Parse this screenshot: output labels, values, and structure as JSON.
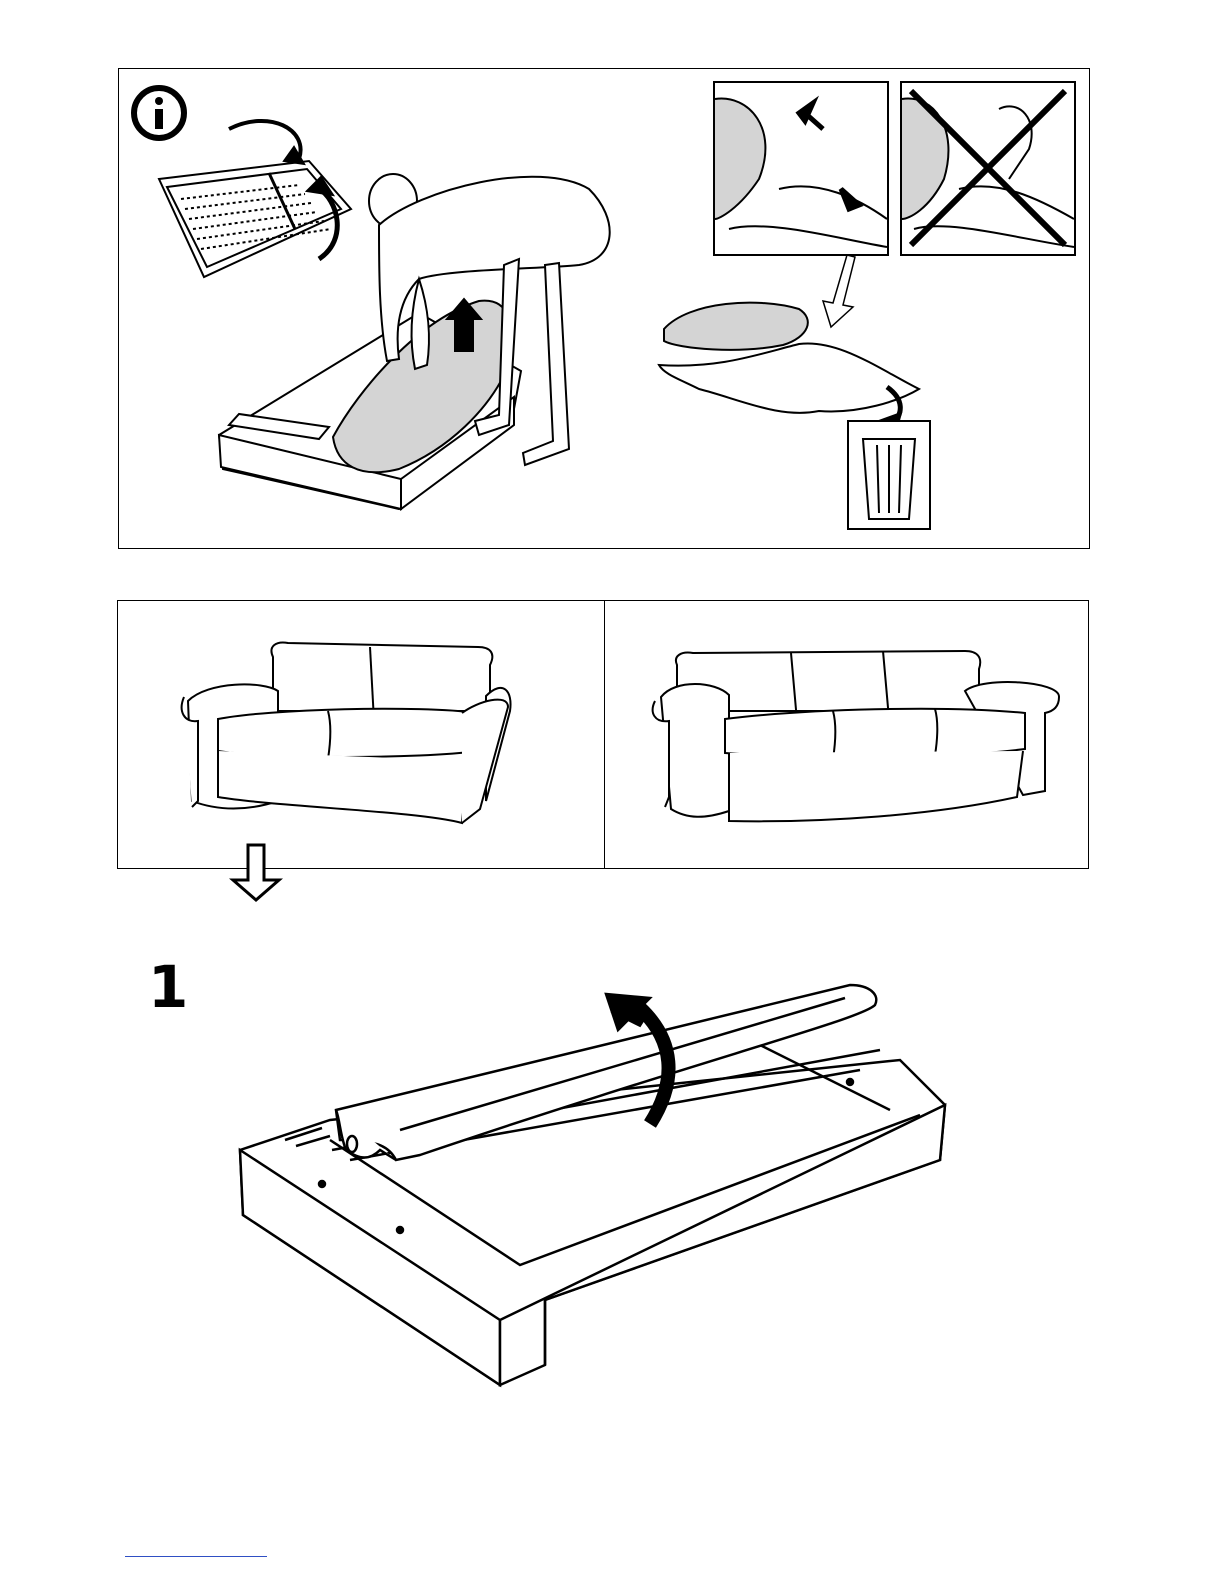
{
  "document": {
    "type": "assembly-instructions",
    "info_panel": {
      "icon": "info-icon",
      "illustrations": [
        "rotate-frame",
        "person-lifting-cushion-from-frame",
        "tear-plastic-by-hand",
        "do-not-use-scissors",
        "discard-plastic-in-bin"
      ],
      "colors": {
        "line": "#000000",
        "fill_gray": "#d4d4d4",
        "arrow_outline": "#ffffff"
      }
    },
    "variants_panel": {
      "items": [
        "two-seat-sofa",
        "three-seat-sofa"
      ],
      "selected_indicator": "down-arrow-under-two-seat-sofa"
    },
    "step": {
      "number": "1",
      "illustration": "lift-seat-cushion-off-sofa-base"
    },
    "footer": {
      "link_color": "#2f4fc4"
    }
  }
}
